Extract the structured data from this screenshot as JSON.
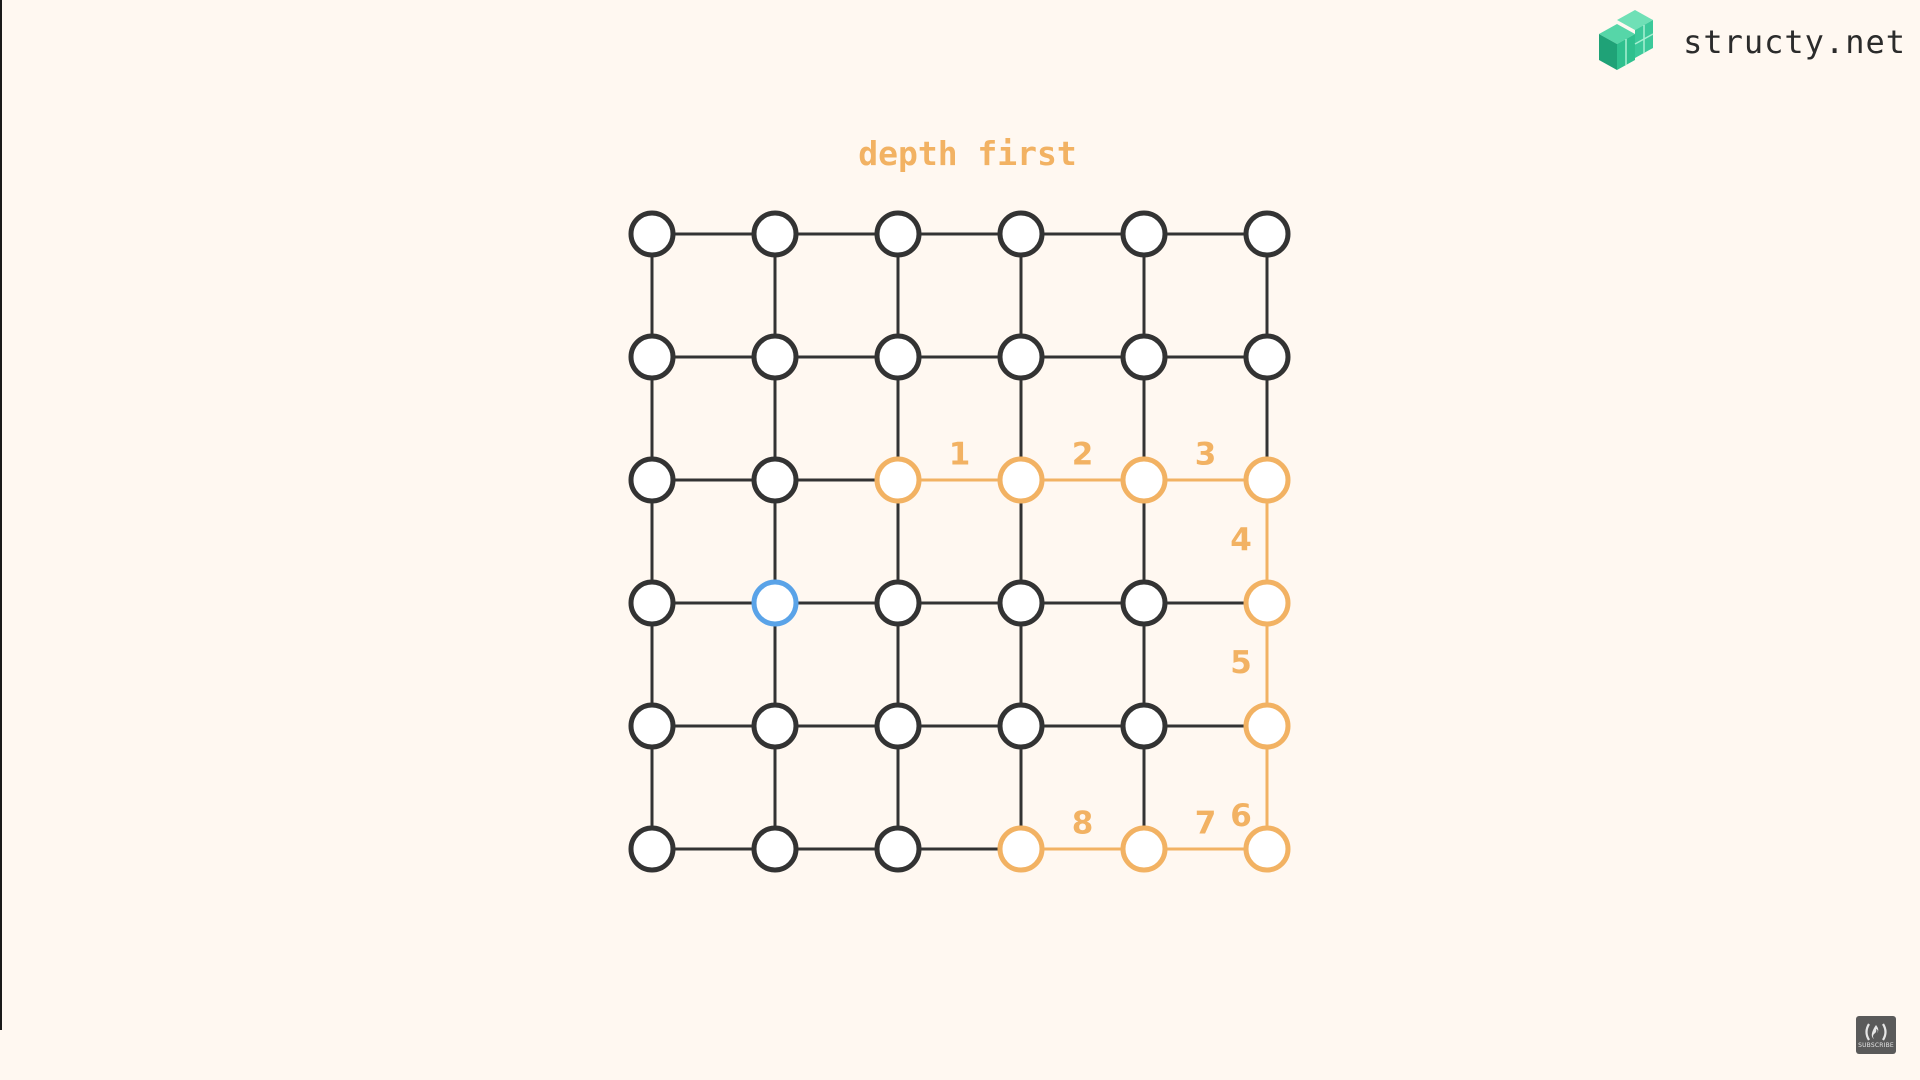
{
  "brand": {
    "name": "structy.net",
    "icon": "structy-logo-icon"
  },
  "title": "depth first",
  "grid": {
    "rows": 6,
    "cols": 6,
    "highlight_color": "#f2b263",
    "default_color": "#333333",
    "start_color": "#5aa3e8",
    "start_node": [
      3,
      1
    ],
    "path": [
      [
        2,
        2
      ],
      [
        2,
        3
      ],
      [
        2,
        4
      ],
      [
        2,
        5
      ],
      [
        3,
        5
      ],
      [
        4,
        5
      ],
      [
        5,
        5
      ],
      [
        5,
        4
      ],
      [
        5,
        3
      ]
    ],
    "step_labels": [
      "1",
      "2",
      "3",
      "4",
      "5",
      "6",
      "7",
      "8"
    ]
  },
  "subscribe_badge": {
    "label": "SUBSCRIBE"
  }
}
